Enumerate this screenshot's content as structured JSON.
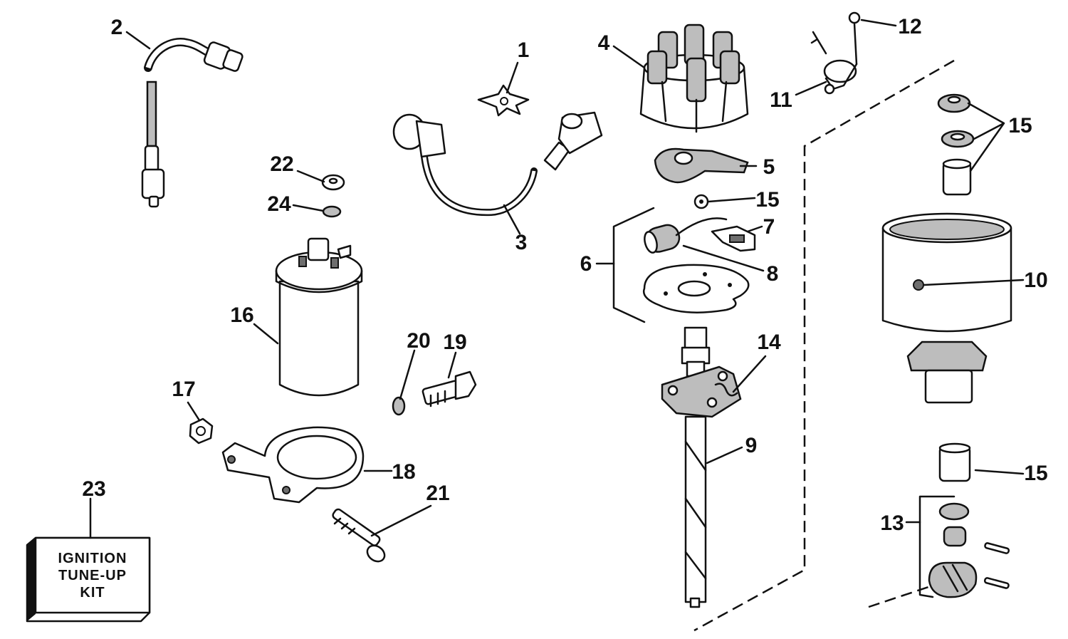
{
  "callouts": [
    {
      "id": "1",
      "text": "1"
    },
    {
      "id": "2",
      "text": "2"
    },
    {
      "id": "3",
      "text": "3"
    },
    {
      "id": "4",
      "text": "4"
    },
    {
      "id": "5",
      "text": "5"
    },
    {
      "id": "6",
      "text": "6"
    },
    {
      "id": "7",
      "text": "7"
    },
    {
      "id": "8",
      "text": "8"
    },
    {
      "id": "9",
      "text": "9"
    },
    {
      "id": "10",
      "text": "10"
    },
    {
      "id": "11",
      "text": "11"
    },
    {
      "id": "12",
      "text": "12"
    },
    {
      "id": "13",
      "text": "13"
    },
    {
      "id": "14",
      "text": "14"
    },
    {
      "id": "15a",
      "text": "15"
    },
    {
      "id": "15b",
      "text": "15"
    },
    {
      "id": "15c",
      "text": "15"
    },
    {
      "id": "16",
      "text": "16"
    },
    {
      "id": "17",
      "text": "17"
    },
    {
      "id": "18",
      "text": "18"
    },
    {
      "id": "19",
      "text": "19"
    },
    {
      "id": "20",
      "text": "20"
    },
    {
      "id": "21",
      "text": "21"
    },
    {
      "id": "22",
      "text": "22"
    },
    {
      "id": "23",
      "text": "23"
    },
    {
      "id": "24",
      "text": "24"
    }
  ],
  "kit_box": {
    "line1": "IGNITION",
    "line2": "TUNE-UP",
    "line3": "KIT"
  }
}
